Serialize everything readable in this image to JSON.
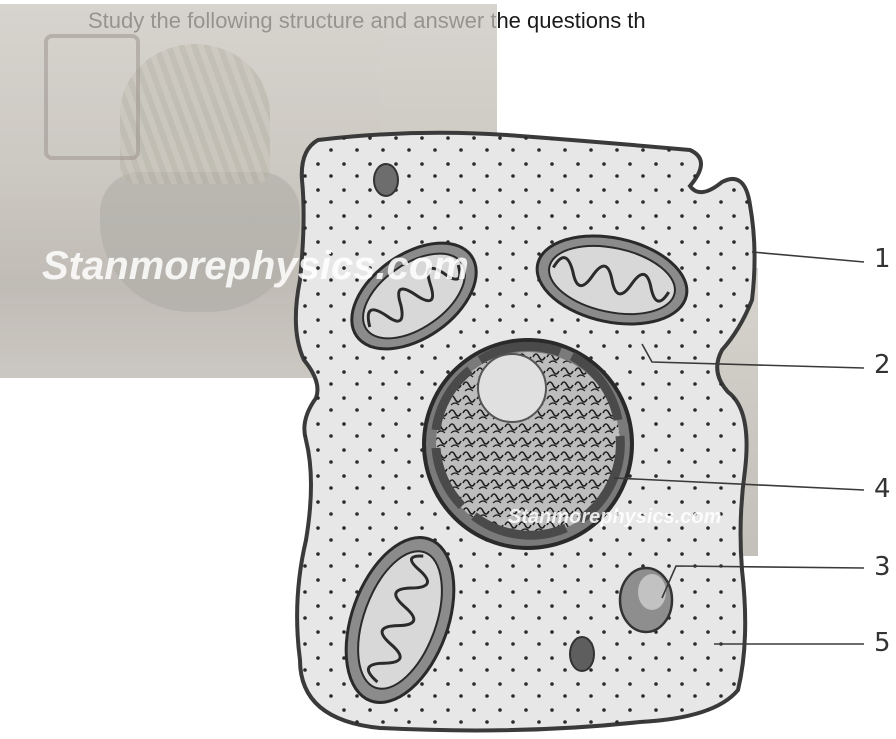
{
  "instruction": "Study the following structure and answer the questions th",
  "watermarks": {
    "main": "Stanmorephysics.com",
    "secondary": "Stanmorephysics.com"
  },
  "labels": [
    "1",
    "2",
    "4",
    "3",
    "5"
  ]
}
